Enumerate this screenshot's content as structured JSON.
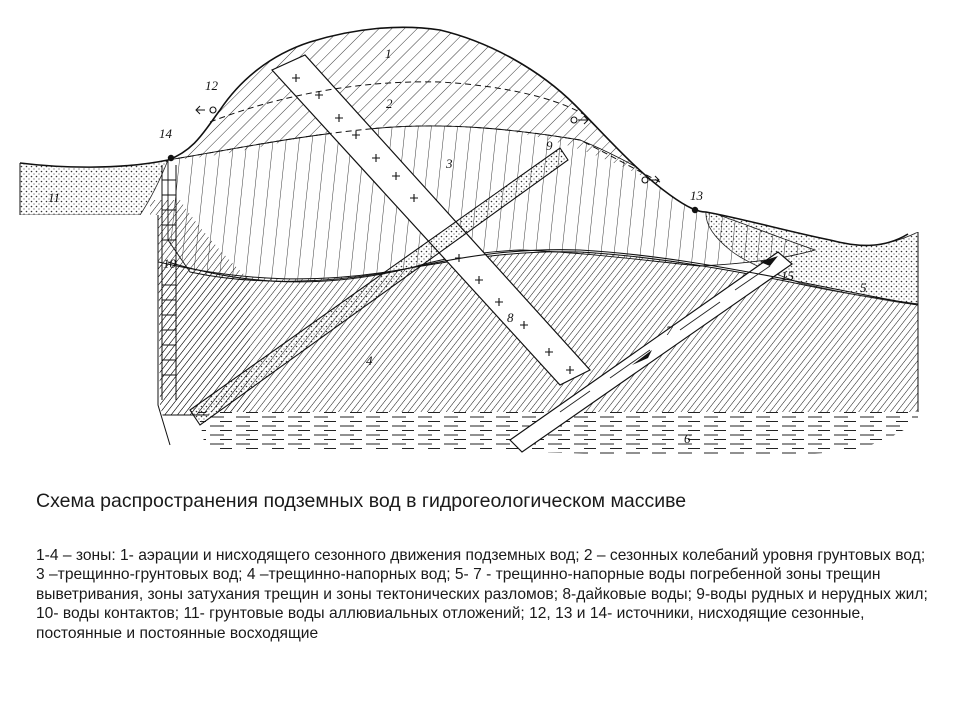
{
  "diagram": {
    "labels": {
      "z1": "1",
      "z2": "2",
      "z3": "3",
      "z4": "4",
      "z5": "5",
      "z6": "6",
      "z7": "7",
      "z8": "8",
      "z9": "9",
      "z10": "10",
      "z11": "11",
      "z12": "12",
      "z13": "13",
      "z14": "14",
      "z15": "15"
    }
  },
  "title": "Схема распространения подземных вод в гидрогеологическом массиве",
  "caption": "1-4 – зоны: 1- аэрации и нисходящего сезонного движения подземных вод; 2 – сезонных колебаний уровня грунтовых вод; 3 –трещинно-грунтовых вод; 4 –трещинно-напорных вод; 5- 7 - трещинно-напорные воды погребенной зоны трещин выветривания, зоны затухания трещин и зоны тектонических разломов; 8-дайковые воды; 9-воды рудных и нерудных жил; 10- воды контактов; 11- грунтовые воды аллювиальных отложений; 12, 13 и 14- источники, нисходящие сезонные, постоянные и постоянные восходящие"
}
